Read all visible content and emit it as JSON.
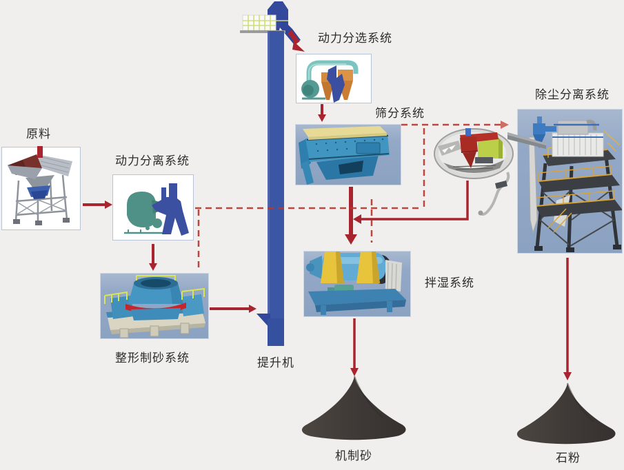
{
  "diagram": {
    "type": "process-flow",
    "language": "zh-CN",
    "background_color": "#f0efed",
    "colors": {
      "solid_arrow": "#a8242e",
      "dashed_arrow": "#b8382f",
      "panel_blue": "#92a7c5",
      "panel_white": "#ffffff",
      "elevator_blue": "#3c56a6",
      "pile_dark": "#423c38",
      "label_text": "#2d2d2d"
    },
    "nodes": [
      {
        "id": "raw-material",
        "label": "原料"
      },
      {
        "id": "power-separation",
        "label": "动力分离系统"
      },
      {
        "id": "power-sorting",
        "label": "动力分选系统"
      },
      {
        "id": "screening",
        "label": "筛分系统"
      },
      {
        "id": "dust-separation",
        "label": "除尘分离系统"
      },
      {
        "id": "shaping-sand",
        "label": "整形制砂系统"
      },
      {
        "id": "elevator",
        "label": "提升机"
      },
      {
        "id": "wet-mixing",
        "label": "拌湿系统"
      },
      {
        "id": "machine-sand",
        "label": "机制砂"
      },
      {
        "id": "stone-powder",
        "label": "石粉"
      }
    ],
    "solid_flows": [
      "raw-material -> power-separation",
      "power-separation -> shaping-sand",
      "shaping-sand -> elevator",
      "elevator -> power-sorting",
      "power-sorting -> screening",
      "screening -> wet-mixing",
      "dust-separation-detail -> wet-mixing",
      "wet-mixing -> machine-sand",
      "dust-separation -> stone-powder"
    ],
    "dashed_flows": [
      "power-separation -> dust-separation",
      "power-separation -> shaping-sand",
      "screening -> dust-separation",
      "screening -> wet-mixing"
    ]
  }
}
